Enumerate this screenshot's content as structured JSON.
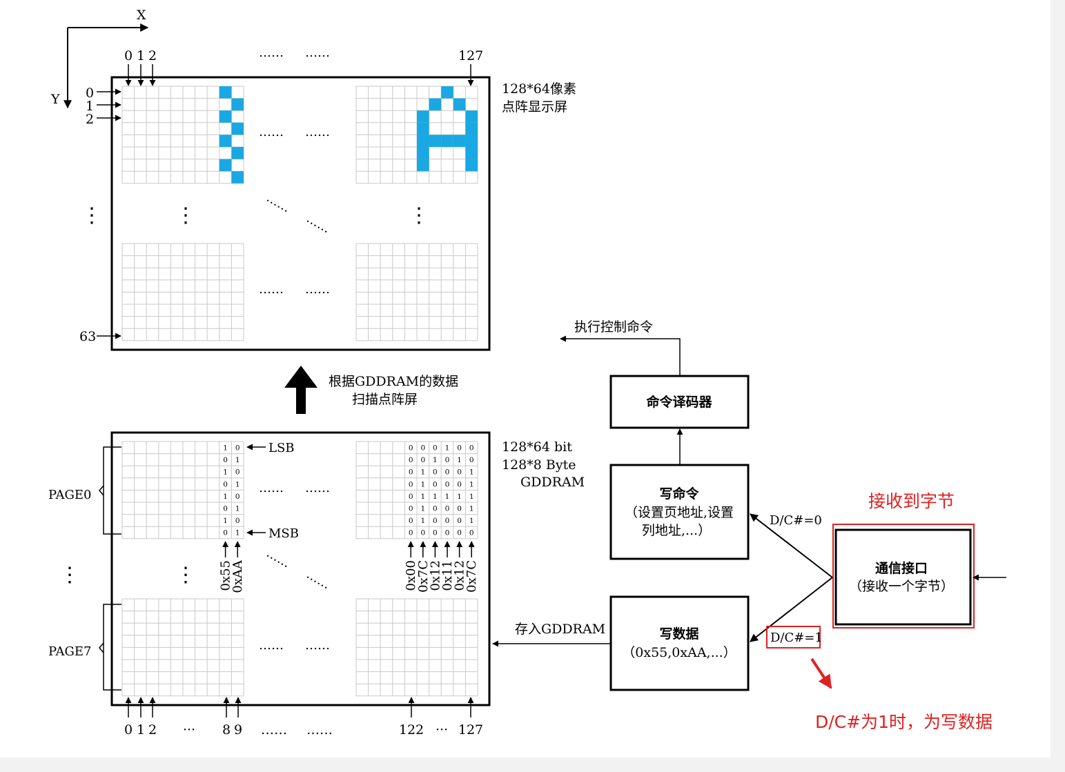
{
  "axes": {
    "x_label": "X",
    "y_label": "Y"
  },
  "screen": {
    "top_col_labels": [
      "0",
      "1",
      "2",
      "127"
    ],
    "top_dots": [
      "……",
      "……"
    ],
    "row_labels": [
      "0",
      "1",
      "2",
      "63"
    ],
    "caption_line1": "128*64像素",
    "caption_line2": "点阵显示屏",
    "dots": "……",
    "vdots": "⋮"
  },
  "scan_label": {
    "line1": "根据GDDRAM的数据",
    "line2": "扫描点阵屏"
  },
  "gddram": {
    "caption_line1": "128*64 bit",
    "caption_line2": "128*8 Byte",
    "caption_line3": "GDDRAM",
    "lsb": "LSB",
    "msb": "MSB",
    "page0": "PAGE0",
    "page7": "PAGE7",
    "left_bits": [
      [
        "1",
        "0"
      ],
      [
        "0",
        "1"
      ],
      [
        "1",
        "0"
      ],
      [
        "0",
        "1"
      ],
      [
        "1",
        "0"
      ],
      [
        "0",
        "1"
      ],
      [
        "1",
        "0"
      ],
      [
        "0",
        "1"
      ]
    ],
    "right_bits": [
      [
        "0",
        "0",
        "0",
        "1",
        "0",
        "0"
      ],
      [
        "0",
        "0",
        "1",
        "0",
        "1",
        "0"
      ],
      [
        "0",
        "1",
        "0",
        "0",
        "0",
        "1"
      ],
      [
        "0",
        "1",
        "0",
        "0",
        "0",
        "1"
      ],
      [
        "0",
        "1",
        "1",
        "1",
        "1",
        "1"
      ],
      [
        "0",
        "1",
        "0",
        "0",
        "0",
        "1"
      ],
      [
        "0",
        "1",
        "0",
        "0",
        "0",
        "1"
      ],
      [
        "0",
        "0",
        "0",
        "0",
        "0",
        "0"
      ]
    ],
    "left_hex": [
      "0x55",
      "0xAA"
    ],
    "right_hex": [
      "0x00",
      "0x7C",
      "0x12",
      "0x11",
      "0x12",
      "0x7C"
    ],
    "bottom_labels": [
      "0",
      "1",
      "2",
      "···",
      "8",
      "9",
      "……",
      "……",
      "122",
      "···",
      "127"
    ]
  },
  "flow": {
    "exec_label": "执行控制命令",
    "decoder": "命令译码器",
    "write_cmd_title": "写命令",
    "write_cmd_line2": "（设置页地址,设置",
    "write_cmd_line3": "列地址,...）",
    "write_data_title": "写数据",
    "write_data_line2": "（0x55,0xAA,...）",
    "comm_title": "通信接口",
    "comm_line2": "（接收一个字节）",
    "dc0": "D/C#=0",
    "dc1": "D/C#=1",
    "store_label": "存入GDDRAM",
    "received": "接收到字节",
    "note": "D/C#为1时，为写数据"
  },
  "colors": {
    "pixel_on": "#19a8e3",
    "grid": "#c8c8c8",
    "annotation_red": "#e02020",
    "stroke": "#000000"
  }
}
